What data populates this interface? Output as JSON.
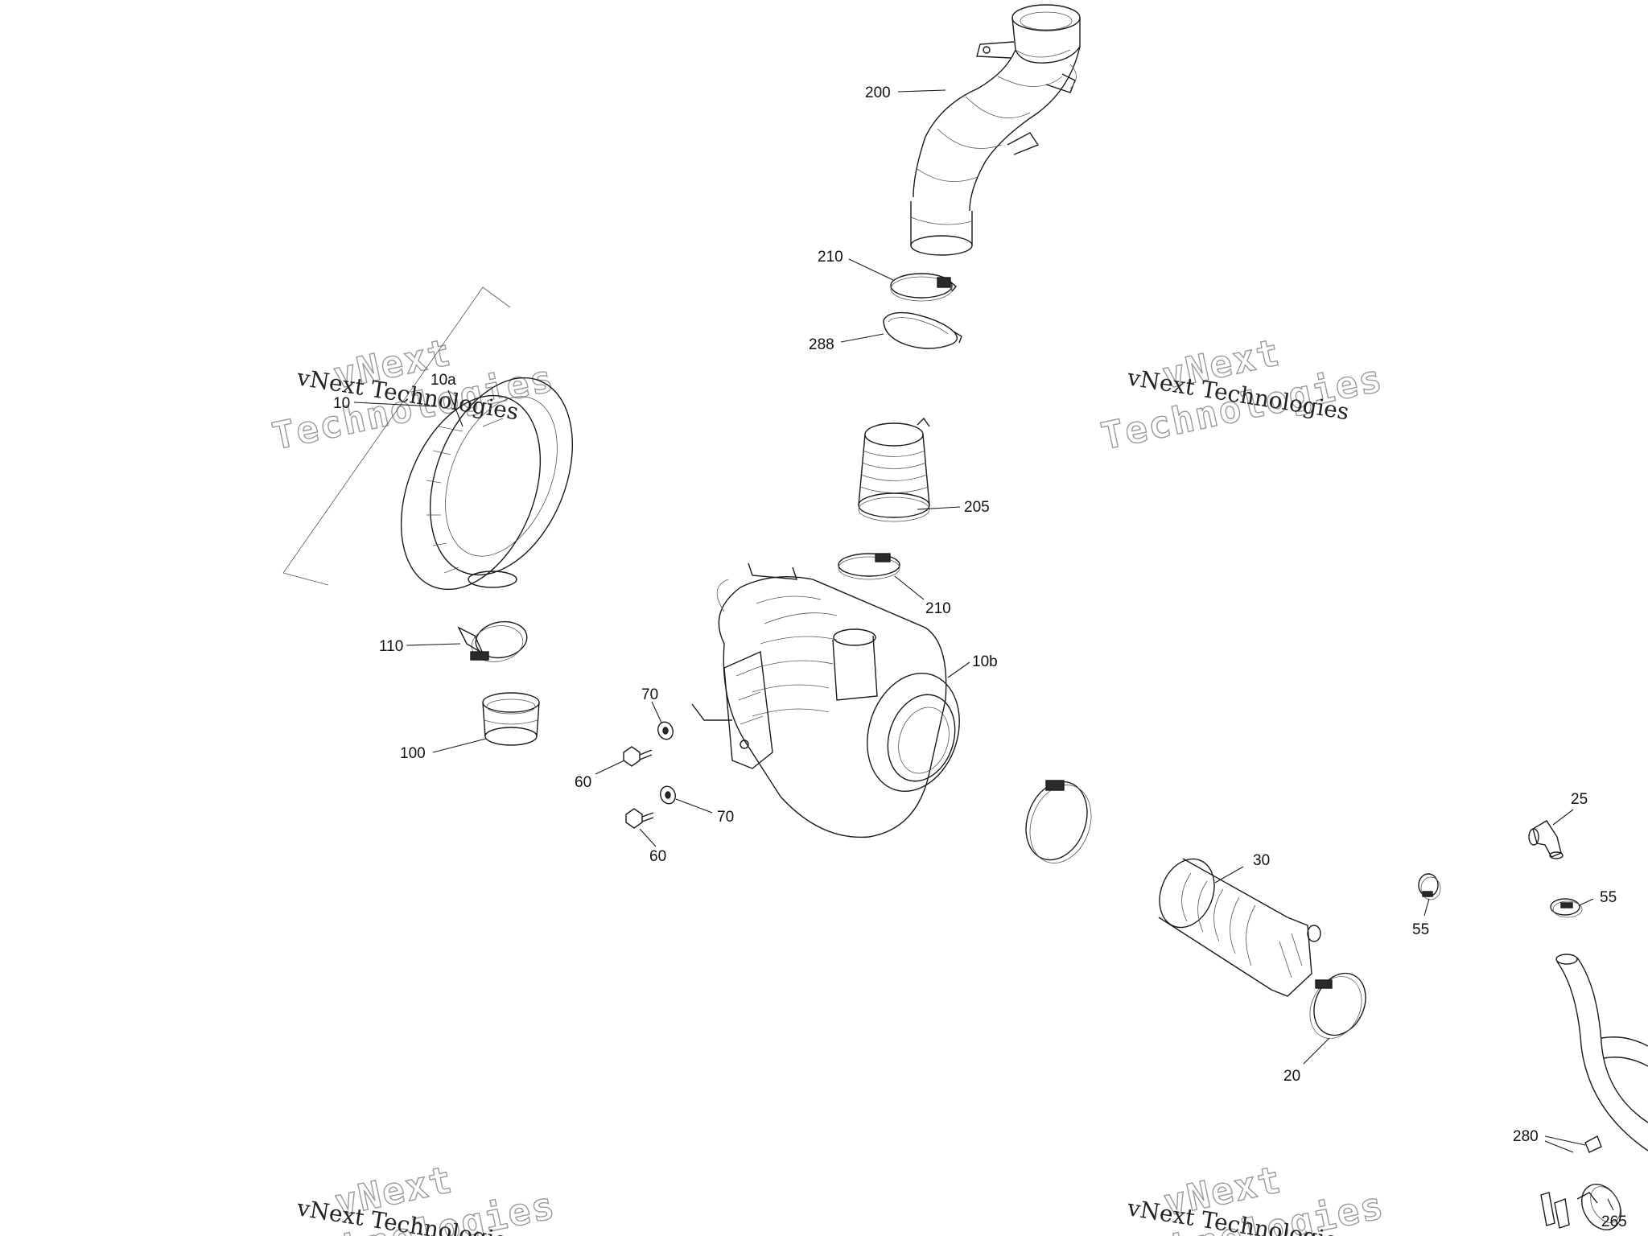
{
  "callouts": {
    "c200": "200",
    "c210a": "210",
    "c288": "288",
    "c10a": "10a",
    "c10": "10",
    "c205": "205",
    "c210b": "210",
    "c110": "110",
    "c10b": "10b",
    "c70a": "70",
    "c100": "100",
    "c60a": "60",
    "c70b": "70",
    "c60b": "60",
    "c25": "25",
    "c30": "30",
    "c55a": "55",
    "c55b": "55",
    "c20": "20",
    "c280": "280",
    "c265": "265"
  },
  "watermarks": {
    "outline_line1": "vNext",
    "outline_line2": "Technologies",
    "serif_text": "vNext Technologies"
  }
}
